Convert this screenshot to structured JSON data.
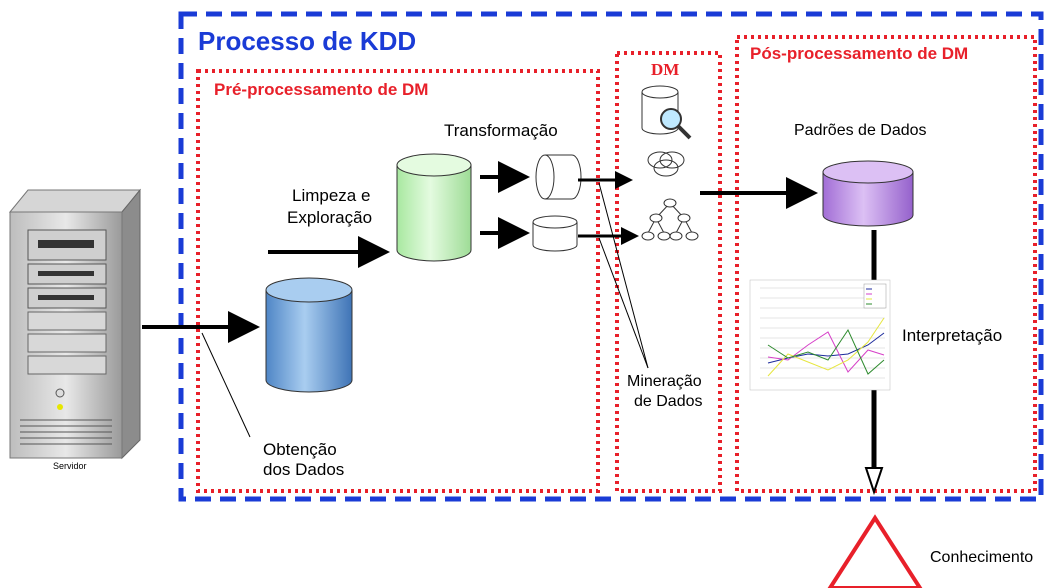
{
  "main_title": "Processo de KDD",
  "sections": {
    "pre": "Pré-processamento de DM",
    "dm": "DM",
    "pos": "Pós-processamento de DM"
  },
  "labels": {
    "servidor": "Servidor",
    "obtencao_1": "Obtenção",
    "obtencao_2": "dos Dados",
    "limpeza_1": "Limpeza e",
    "limpeza_2": "Exploração",
    "transformacao": "Transformação",
    "mineracao_1": "Mineração",
    "mineracao_2": "de Dados",
    "padroes": "Padrões de Dados",
    "interpretacao": "Interpretação",
    "conhecimento": "Conhecimento"
  },
  "colors": {
    "outer_border": "#1a3bd6",
    "section_border": "#e8202a",
    "db_blue": "#7fb0e0",
    "db_green": "#c8f5c0",
    "db_purple": "#c79be8",
    "triangle": "#e8202a"
  }
}
